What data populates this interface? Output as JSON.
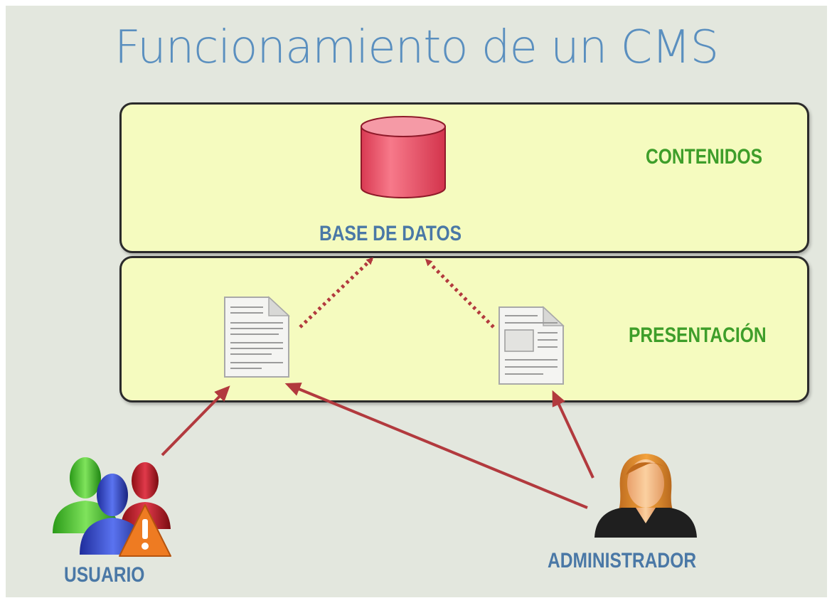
{
  "slide": {
    "title": "Funcionamiento de un CMS"
  },
  "layers": {
    "contenidos": "CONTENIDOS",
    "presentacion": "PRESENTACIÓN"
  },
  "nodes": {
    "database": "BASE DE DATOS",
    "usuario": "USUARIO",
    "administrador": "ADMINISTRADOR"
  },
  "colors": {
    "title": "#5a8fbf",
    "layer_label": "#3e9e2a",
    "node_label": "#4a78a6",
    "panel_fill": "#f5fbbf",
    "arrow": "#b23a3e",
    "database": "#e8506a"
  }
}
